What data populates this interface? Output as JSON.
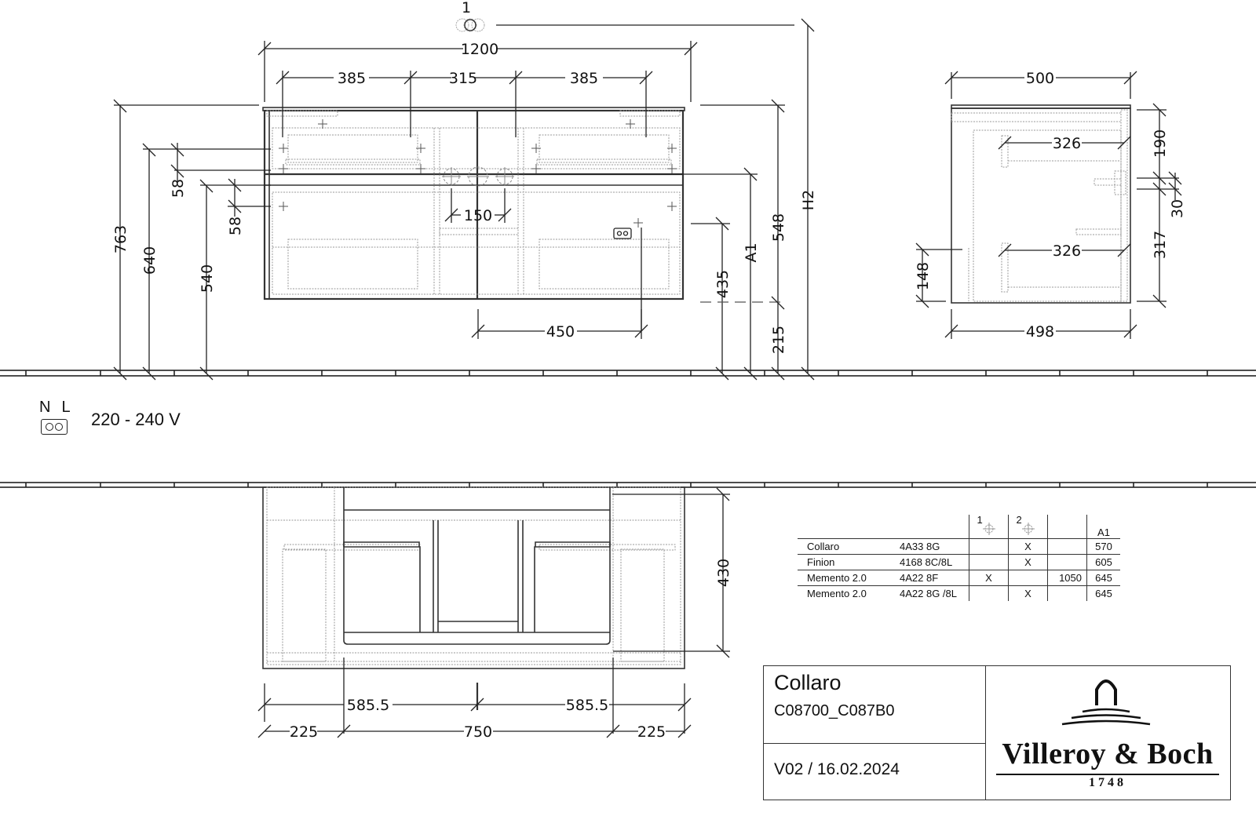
{
  "drawing": {
    "type": "technical_drawing",
    "subject": "Vanity unit 1200 mm – front view, side view, plan view",
    "front_view": {
      "connection_marker_label": "1",
      "overall_width": "1200",
      "segment_widths": [
        "385",
        "315",
        "385"
      ],
      "left_heights": [
        "763",
        "640",
        "540",
        "58",
        "58"
      ],
      "right_heights": [
        "548",
        "215",
        "435",
        "A1",
        "H2"
      ],
      "tap_spacing": "150",
      "socket_offset": "450"
    },
    "side_view": {
      "depth_top": "500",
      "depth_bottom": "498",
      "drawer_depth_upper": "326",
      "drawer_depth_lower": "326",
      "heights": [
        "190",
        "30",
        "317",
        "148"
      ]
    },
    "plan_view": {
      "depth": "430",
      "half_widths": [
        "585.5",
        "585.5"
      ],
      "segments": [
        "225",
        "750",
        "225"
      ]
    }
  },
  "power": {
    "labels": [
      "N",
      "L"
    ],
    "voltage": "220 - 240 V",
    "icon": "socket-icon"
  },
  "table": {
    "headers": [
      "",
      "",
      "1",
      "2",
      "",
      "A1"
    ],
    "header_icons": [
      "",
      "",
      "crosshair-icon",
      "crosshair-icon",
      "",
      ""
    ],
    "rows": [
      [
        "Collaro",
        "4A33 8G",
        "",
        "X",
        "",
        "570"
      ],
      [
        "Finion",
        "4168 8C/8L",
        "",
        "X",
        "",
        "605"
      ],
      [
        "Memento 2.0",
        "4A22 8F",
        "X",
        "",
        "1050",
        "645"
      ],
      [
        "Memento 2.0",
        "4A22 8G /8L",
        "",
        "X",
        "",
        "645"
      ]
    ]
  },
  "title_block": {
    "product_name": "Collaro",
    "article_code": "C08700_C087B0",
    "version_date": "V02 / 16.02.2024",
    "brand": "Villeroy & Boch",
    "brand_year": "1748",
    "logo_icon": "villeroy-boch-fountain-icon"
  },
  "colors": {
    "line": "#222222",
    "hidden_line": "#9a9a9a",
    "background": "#ffffff"
  }
}
